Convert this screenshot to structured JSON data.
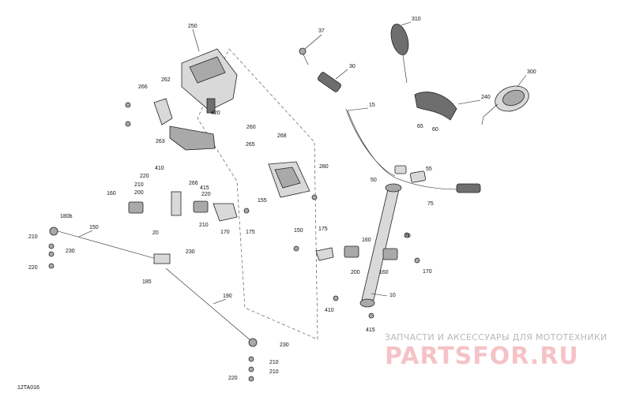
{
  "diagram": {
    "reference": "12TA016",
    "callouts": [
      "250",
      "262",
      "266",
      "263",
      "260",
      "265",
      "268",
      "280",
      "420",
      "410",
      "220",
      "210",
      "200",
      "160",
      "415",
      "266",
      "220",
      "20",
      "210",
      "170",
      "175",
      "155",
      "37",
      "30",
      "15",
      "310",
      "240",
      "300",
      "65",
      "60",
      "55",
      "50",
      "75",
      "150",
      "175",
      "160",
      "200",
      "160",
      "170",
      "70",
      "10",
      "410",
      "415",
      "180b",
      "150",
      "210",
      "230",
      "220",
      "230",
      "185",
      "190",
      "230",
      "210",
      "220",
      "210"
    ]
  },
  "watermark": {
    "caption": "ЗАПЧАСТИ И АКСЕССУАРЫ ДЛЯ МОТОТЕХНИКИ",
    "logo_text": "PARTSFOR.RU",
    "color": "#dc2837"
  }
}
